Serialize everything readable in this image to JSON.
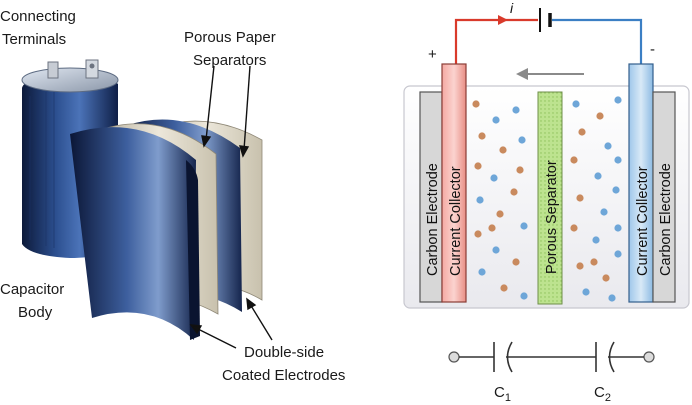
{
  "left_figure": {
    "labels": {
      "connecting_terminals_line1": "Connecting",
      "connecting_terminals_line2": "Terminals",
      "porous_paper_line1": "Porous Paper",
      "porous_paper_line2": "Separators",
      "capacitor_body_line1": "Capacitor",
      "capacitor_body_line2": "Body",
      "electrodes_line1": "Double-side",
      "electrodes_line2": "Coated Electrodes"
    }
  },
  "right_figure": {
    "current_symbol": "i",
    "plus_sign": "+",
    "minus_sign": "-",
    "layers": {
      "left_electrode": "Carbon Electrode",
      "left_collector": "Current Collector",
      "separator": "Porous Separator",
      "right_collector": "Current Collector",
      "right_electrode": "Carbon Electrode"
    },
    "capacitor_1": "C",
    "capacitor_1_sub": "1",
    "capacitor_2": "C",
    "capacitor_2_sub": "2",
    "colors": {
      "positive_wire": "#d93a2b",
      "negative_wire": "#3b7fc4",
      "cation": "#c98a5e",
      "anion": "#6ea6d8",
      "separator": "#b9e08a"
    }
  }
}
